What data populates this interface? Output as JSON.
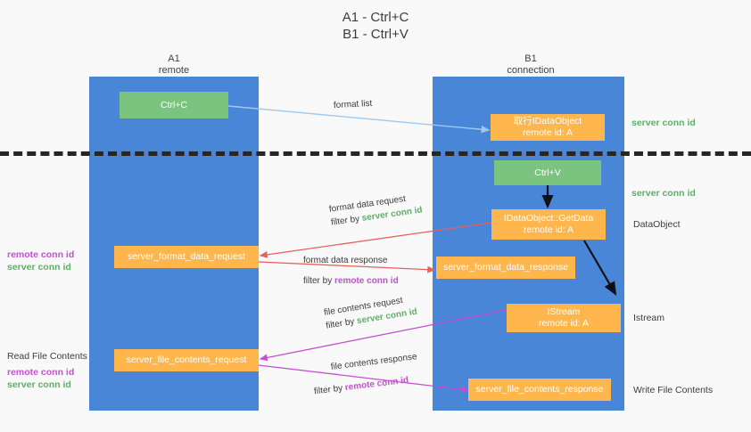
{
  "title": {
    "line1": "A1 - Ctrl+C",
    "line2": "B1 - Ctrl+V"
  },
  "columns": [
    {
      "name": "A1",
      "sub": "remote"
    },
    {
      "name": "B1",
      "sub": "connection"
    }
  ],
  "nodes": {
    "ctrl_c": {
      "label": "Ctrl+C",
      "color": "#7ac47f"
    },
    "ctrl_v": {
      "label": "Ctrl+V",
      "color": "#7ac47f"
    },
    "idataobject": {
      "line1": "取行IDataObject",
      "line2": "remote id: A",
      "color": "#ffb64d"
    },
    "getdata": {
      "line1": "IDataObject::GetData",
      "line2": "remote id: A",
      "color": "#ffb64d"
    },
    "istream": {
      "line1": "IStream",
      "line2": "remote id: A",
      "color": "#ffb64d"
    },
    "format_data_request": {
      "label": "server_format_data_request",
      "color": "#ffb64d"
    },
    "format_data_response": {
      "label": "server_format_data_response",
      "color": "#ffb64d"
    },
    "file_contents_request": {
      "label": "server_file_contents_request",
      "color": "#ffb64d"
    },
    "file_contents_response": {
      "label": "server_file_contents_response",
      "color": "#ffb64d"
    }
  },
  "right_labels": [
    {
      "text": "server conn id",
      "style": "green"
    },
    {
      "text": "server conn id",
      "style": "green"
    },
    {
      "text": "DataObject",
      "style": "plain"
    },
    {
      "text": "Istream",
      "style": "plain"
    },
    {
      "text": "Write File Contents",
      "style": "plain"
    }
  ],
  "left_labels": {
    "group1": {
      "remote": "remote conn id",
      "server": "server conn id"
    },
    "read_file_contents": "Read File Contents",
    "group2": {
      "remote": "remote conn id",
      "server": "server conn id"
    }
  },
  "edges": [
    {
      "id": "format-list",
      "label": "format list",
      "color": "#aacdf0"
    },
    {
      "id": "format-data-request",
      "label": "format data request",
      "filter_prefix": "filter by ",
      "filter_value": "server conn id",
      "filter_color": "#5fae68",
      "color": "#e8615a"
    },
    {
      "id": "format-data-response",
      "label": "format data response",
      "filter_prefix": "filter by ",
      "filter_value": "remote conn id",
      "filter_color": "#c44fd0",
      "color": "#e8615a"
    },
    {
      "id": "file-contents-request",
      "label": "file contents request",
      "filter_prefix": "filter by ",
      "filter_value": "server conn id",
      "filter_color": "#5fae68",
      "color": "#c44fd0"
    },
    {
      "id": "file-contents-response",
      "label": "file contents response",
      "filter_prefix": "filter by ",
      "filter_value": "remote conn id",
      "filter_color": "#c44fd0",
      "color": "#c44fd0"
    }
  ],
  "colors": {
    "lane": "#4a86d8",
    "green_box": "#7ac47f",
    "orange_box": "#ffb64d",
    "background": "#f9f9f9",
    "dashed_line": "#262626"
  }
}
